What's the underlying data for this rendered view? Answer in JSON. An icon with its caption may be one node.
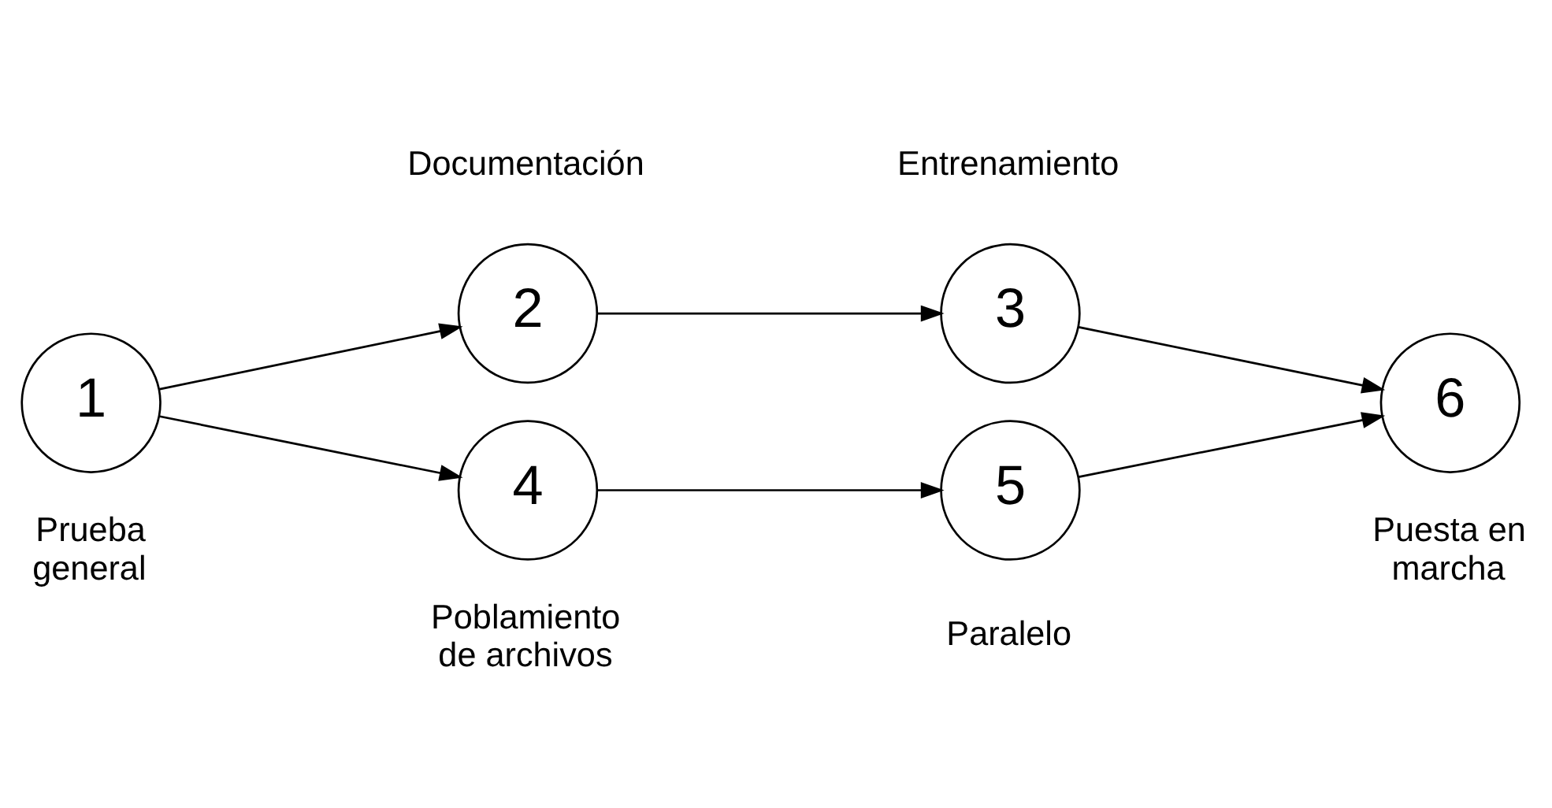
{
  "diagram": {
    "nodes": [
      {
        "text": [
          "1"
        ],
        "beside": [
          "Prueba general"
        ]
      },
      {
        "text": [
          "2"
        ],
        "beside": [
          "Documentación"
        ]
      },
      {
        "text": [
          "3"
        ],
        "beside": [
          "Entrenamiento"
        ]
      },
      {
        "text": [
          "4"
        ],
        "beside": [
          "Poblamiento de archivos"
        ]
      },
      {
        "text": [
          "5"
        ],
        "beside": [
          "Paralelo"
        ]
      },
      {
        "text": [
          "6"
        ],
        "beside": [
          "Puesta en marcha"
        ]
      }
    ],
    "edges": [
      {
        "from": 0,
        "to": 1,
        "arrow": "to"
      },
      {
        "from": 0,
        "to": 3,
        "arrow": "to"
      },
      {
        "from": 1,
        "to": 2,
        "arrow": "to"
      },
      {
        "from": 3,
        "to": 4,
        "arrow": "to"
      },
      {
        "from": 2,
        "to": 5,
        "arrow": "to"
      },
      {
        "from": 4,
        "to": 5,
        "arrow": "to"
      }
    ]
  }
}
